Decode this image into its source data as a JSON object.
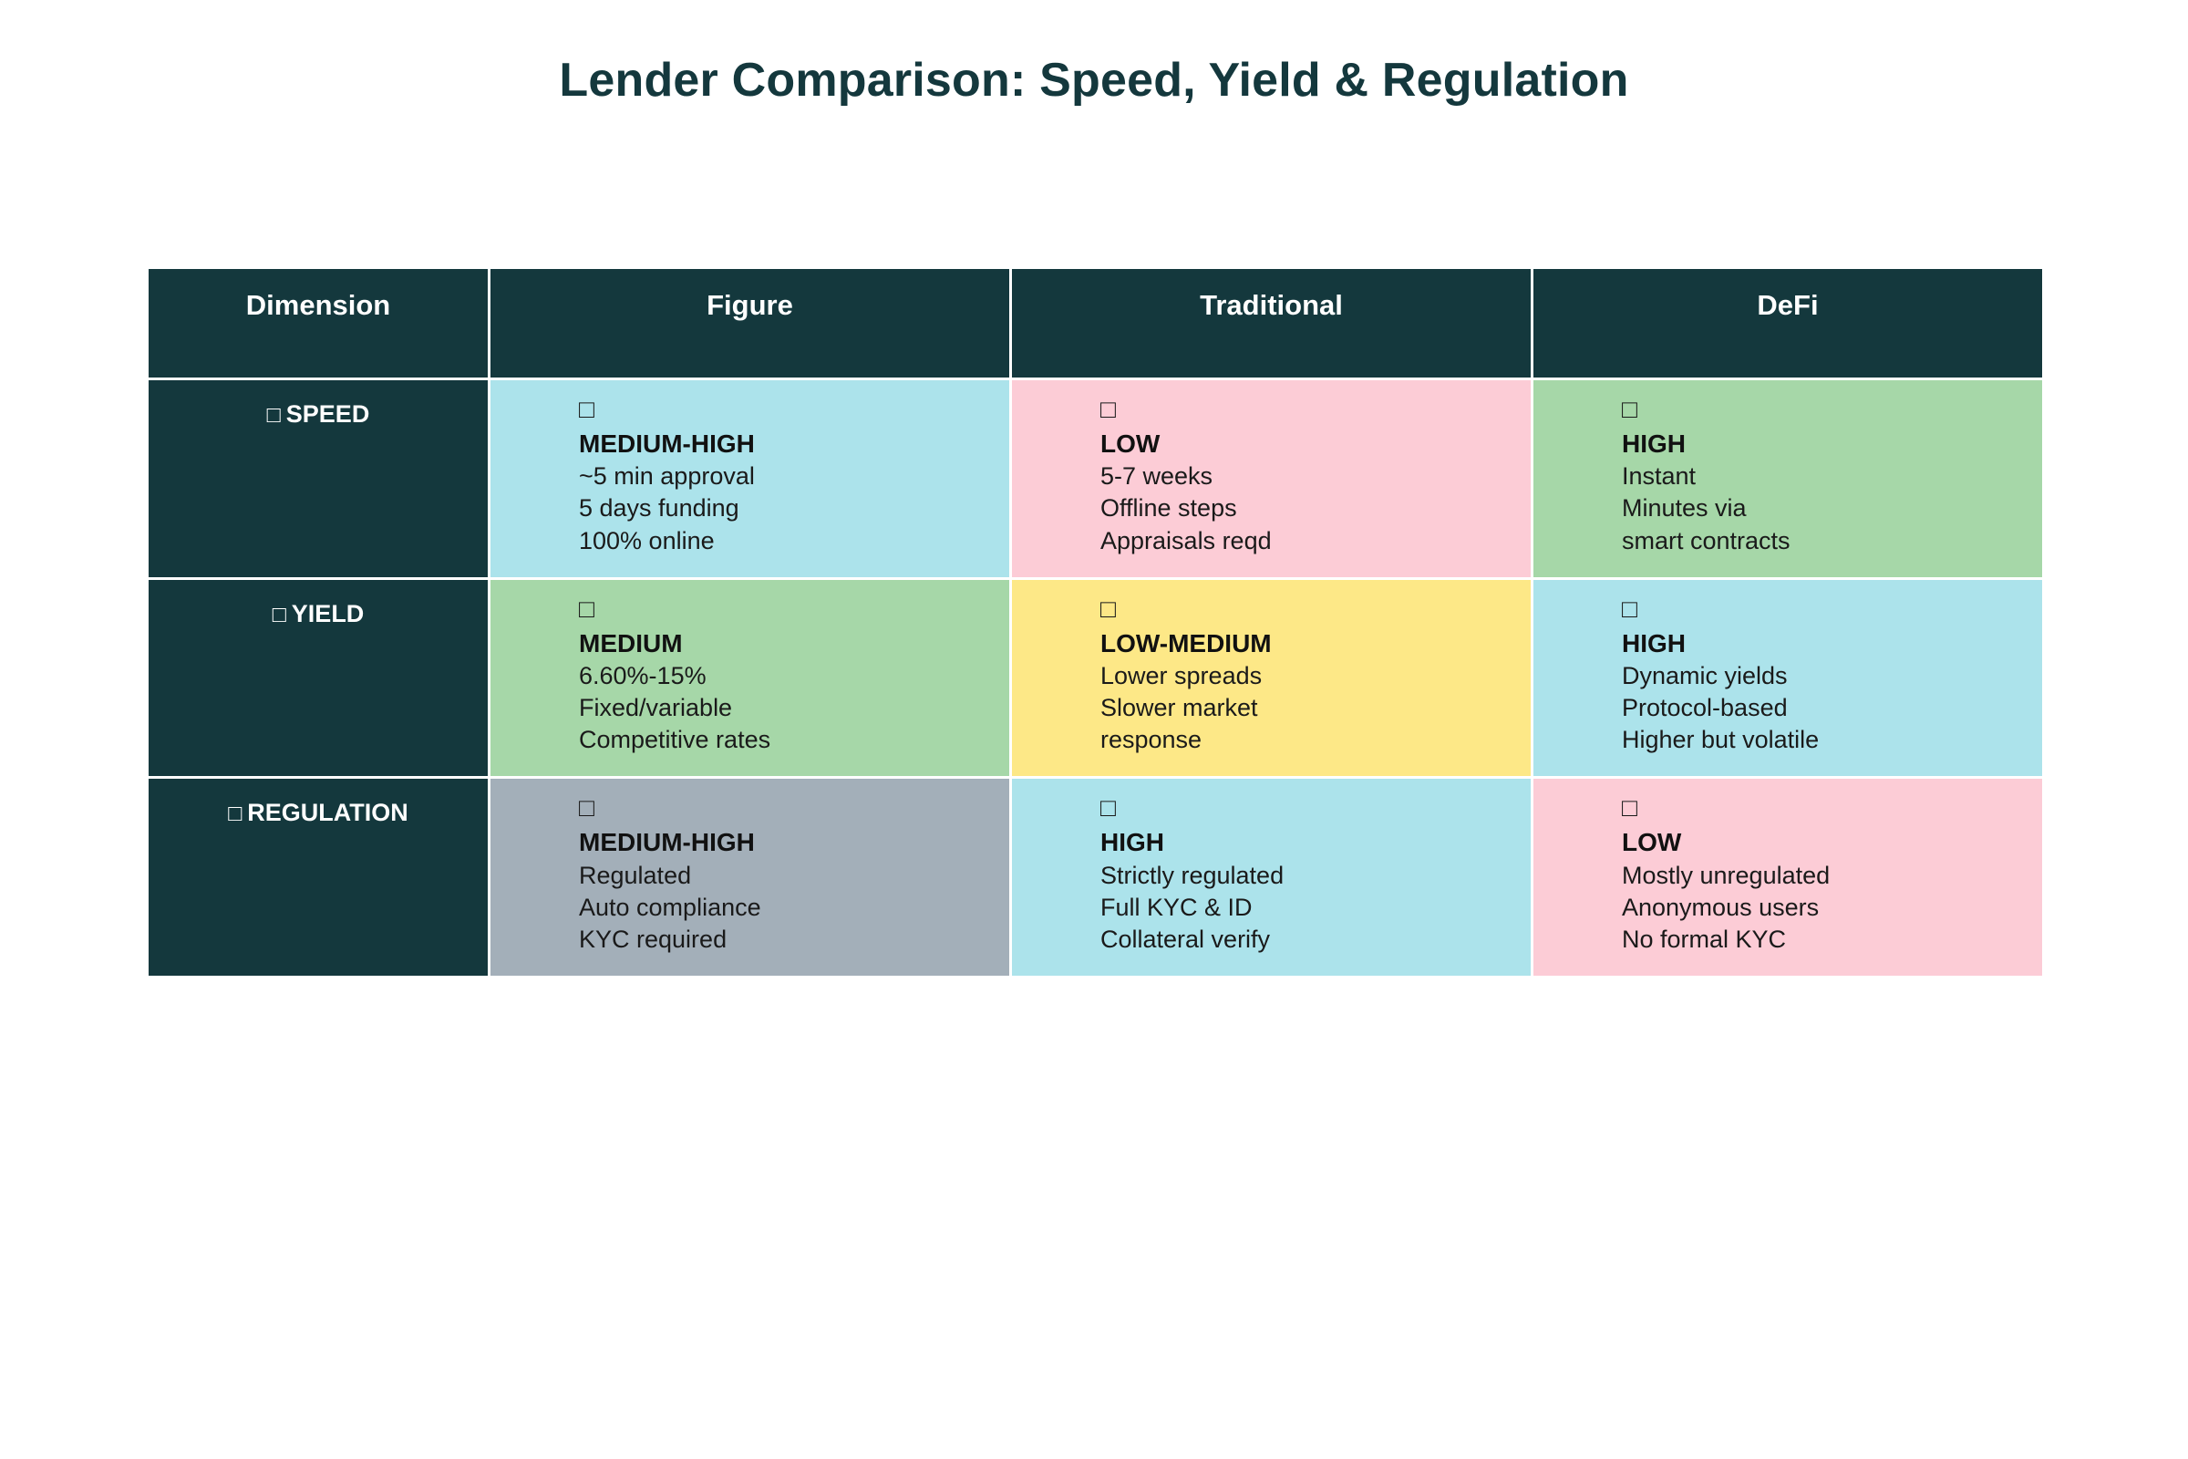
{
  "page": {
    "title": "Lender Comparison: Speed, Yield & Regulation",
    "background": "#ffffff"
  },
  "colors": {
    "header_bg": "#14383d",
    "header_text": "#ffffff",
    "blue": "#ace3eb",
    "green": "#a6d7a8",
    "pink": "#fcccd6",
    "yellow": "#fde887",
    "gray": "#a3afb9",
    "body_text": "#1a1a1a"
  },
  "table": {
    "columns": [
      {
        "key": "dimension",
        "label": "Dimension"
      },
      {
        "key": "figure",
        "label": "Figure"
      },
      {
        "key": "traditional",
        "label": "Traditional"
      },
      {
        "key": "defi",
        "label": "DeFi"
      }
    ],
    "rows": [
      {
        "dimension": {
          "icon": "speed-icon",
          "icon_glyph": "□",
          "label": "SPEED"
        },
        "figure": {
          "icon": "status-icon",
          "icon_glyph": "□",
          "rating": "MEDIUM-HIGH",
          "details": [
            "~5 min approval",
            "5 days funding",
            "100% online"
          ],
          "bg": "blue"
        },
        "traditional": {
          "icon": "status-icon",
          "icon_glyph": "□",
          "rating": "LOW",
          "details": [
            "5-7 weeks",
            "Offline steps",
            "Appraisals reqd"
          ],
          "bg": "pink"
        },
        "defi": {
          "icon": "status-icon",
          "icon_glyph": "□",
          "rating": "HIGH",
          "details": [
            "Instant",
            "Minutes via",
            "smart contracts"
          ],
          "bg": "green"
        }
      },
      {
        "dimension": {
          "icon": "yield-icon",
          "icon_glyph": "□",
          "label": "YIELD"
        },
        "figure": {
          "icon": "status-icon",
          "icon_glyph": "□",
          "rating": "MEDIUM",
          "details": [
            "6.60%-15%",
            "Fixed/variable",
            "Competitive rates"
          ],
          "bg": "green"
        },
        "traditional": {
          "icon": "status-icon",
          "icon_glyph": "□",
          "rating": "LOW-MEDIUM",
          "details": [
            "Lower spreads",
            "Slower market",
            "response"
          ],
          "bg": "yellow"
        },
        "defi": {
          "icon": "status-icon",
          "icon_glyph": "□",
          "rating": "HIGH",
          "details": [
            "Dynamic yields",
            "Protocol-based",
            "Higher but volatile"
          ],
          "bg": "blue"
        }
      },
      {
        "dimension": {
          "icon": "regulation-icon",
          "icon_glyph": "□",
          "label": "REGULATION"
        },
        "figure": {
          "icon": "status-icon",
          "icon_glyph": "□",
          "rating": "MEDIUM-HIGH",
          "details": [
            "Regulated",
            "Auto compliance",
            "KYC required"
          ],
          "bg": "gray"
        },
        "traditional": {
          "icon": "status-icon",
          "icon_glyph": "□",
          "rating": "HIGH",
          "details": [
            "Strictly regulated",
            "Full KYC & ID",
            "Collateral verify"
          ],
          "bg": "blue"
        },
        "defi": {
          "icon": "status-icon",
          "icon_glyph": "□",
          "rating": "LOW",
          "details": [
            "Mostly unregulated",
            "Anonymous users",
            "No formal KYC"
          ],
          "bg": "pink"
        }
      }
    ]
  }
}
